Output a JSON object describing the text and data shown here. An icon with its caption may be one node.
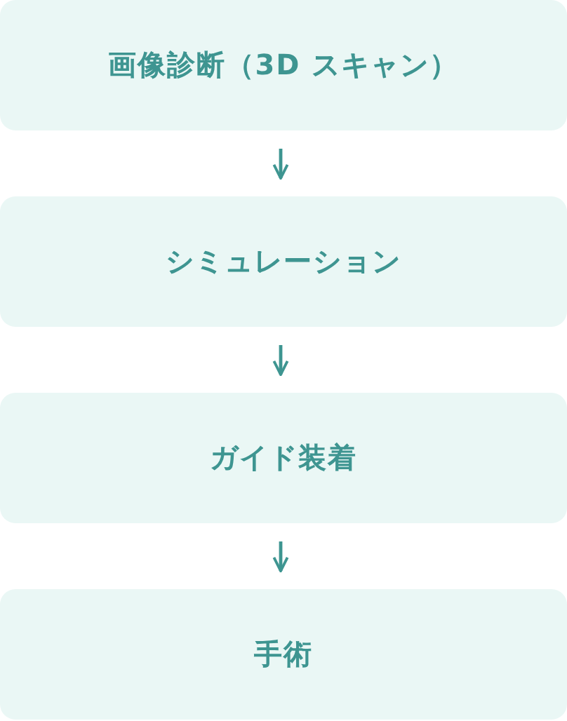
{
  "diagram": {
    "nodes": [
      {
        "text": [
          "画像診断（3D スキャン）"
        ]
      },
      {
        "text": [
          "シミュレーション"
        ]
      },
      {
        "text": [
          "ガイド装着"
        ]
      },
      {
        "text": [
          "手術"
        ]
      }
    ],
    "edges": [
      {
        "from": 0,
        "to": 1,
        "arrow": "to"
      },
      {
        "from": 1,
        "to": 2,
        "arrow": "to"
      },
      {
        "from": 2,
        "to": 3,
        "arrow": "to"
      }
    ]
  }
}
